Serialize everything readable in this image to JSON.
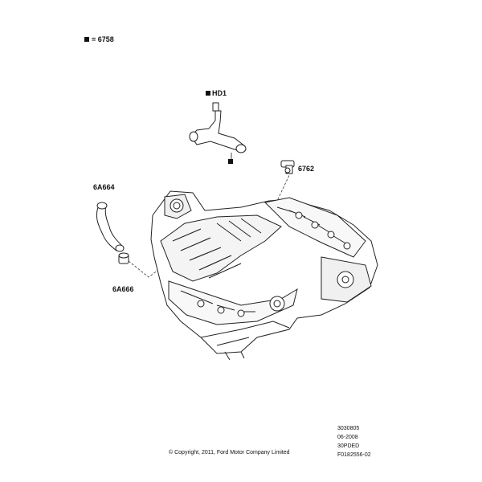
{
  "legend": {
    "text": "= 6758"
  },
  "callouts": {
    "hd1": "HD1",
    "p6762": "6762",
    "p6a664": "6A664",
    "p6a666": "6A666"
  },
  "meta": {
    "line1": "3030805",
    "line2": "06-2008",
    "line3": "30PDED",
    "line4": "F0182556-02"
  },
  "copyright": "© Copyright, 2011, Ford Motor Company Limited"
}
